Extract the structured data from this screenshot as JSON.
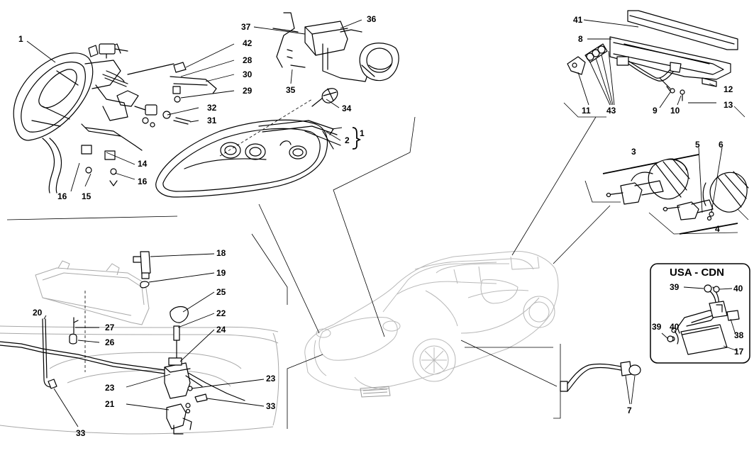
{
  "regions": {
    "usa_cdn_label": "USA - CDN"
  },
  "callouts": [
    {
      "key": "c1a",
      "text": "1"
    },
    {
      "key": "c1b",
      "text": "1"
    },
    {
      "key": "c2",
      "text": "2"
    },
    {
      "key": "c3",
      "text": "3"
    },
    {
      "key": "c4",
      "text": "4"
    },
    {
      "key": "c5",
      "text": "5"
    },
    {
      "key": "c6",
      "text": "6"
    },
    {
      "key": "c7",
      "text": "7"
    },
    {
      "key": "c8",
      "text": "8"
    },
    {
      "key": "c9",
      "text": "9"
    },
    {
      "key": "c10",
      "text": "10"
    },
    {
      "key": "c11",
      "text": "11"
    },
    {
      "key": "c12",
      "text": "12"
    },
    {
      "key": "c13",
      "text": "13"
    },
    {
      "key": "c14",
      "text": "14"
    },
    {
      "key": "c15",
      "text": "15"
    },
    {
      "key": "c16a",
      "text": "16"
    },
    {
      "key": "c16b",
      "text": "16"
    },
    {
      "key": "c17",
      "text": "17"
    },
    {
      "key": "c18",
      "text": "18"
    },
    {
      "key": "c19",
      "text": "19"
    },
    {
      "key": "c20",
      "text": "20"
    },
    {
      "key": "c21",
      "text": "21"
    },
    {
      "key": "c22",
      "text": "22"
    },
    {
      "key": "c23a",
      "text": "23"
    },
    {
      "key": "c23b",
      "text": "23"
    },
    {
      "key": "c24",
      "text": "24"
    },
    {
      "key": "c25",
      "text": "25"
    },
    {
      "key": "c26",
      "text": "26"
    },
    {
      "key": "c27",
      "text": "27"
    },
    {
      "key": "c28",
      "text": "28"
    },
    {
      "key": "c29",
      "text": "29"
    },
    {
      "key": "c30",
      "text": "30"
    },
    {
      "key": "c31",
      "text": "31"
    },
    {
      "key": "c32",
      "text": "32"
    },
    {
      "key": "c33a",
      "text": "33"
    },
    {
      "key": "c33b",
      "text": "33"
    },
    {
      "key": "c34",
      "text": "34"
    },
    {
      "key": "c35",
      "text": "35"
    },
    {
      "key": "c36",
      "text": "36"
    },
    {
      "key": "c37",
      "text": "37"
    },
    {
      "key": "c38",
      "text": "38"
    },
    {
      "key": "c39a",
      "text": "39"
    },
    {
      "key": "c39b",
      "text": "39"
    },
    {
      "key": "c40a",
      "text": "40"
    },
    {
      "key": "c40b",
      "text": "40"
    },
    {
      "key": "c41",
      "text": "41"
    },
    {
      "key": "c42",
      "text": "42"
    },
    {
      "key": "c43",
      "text": "43"
    }
  ]
}
